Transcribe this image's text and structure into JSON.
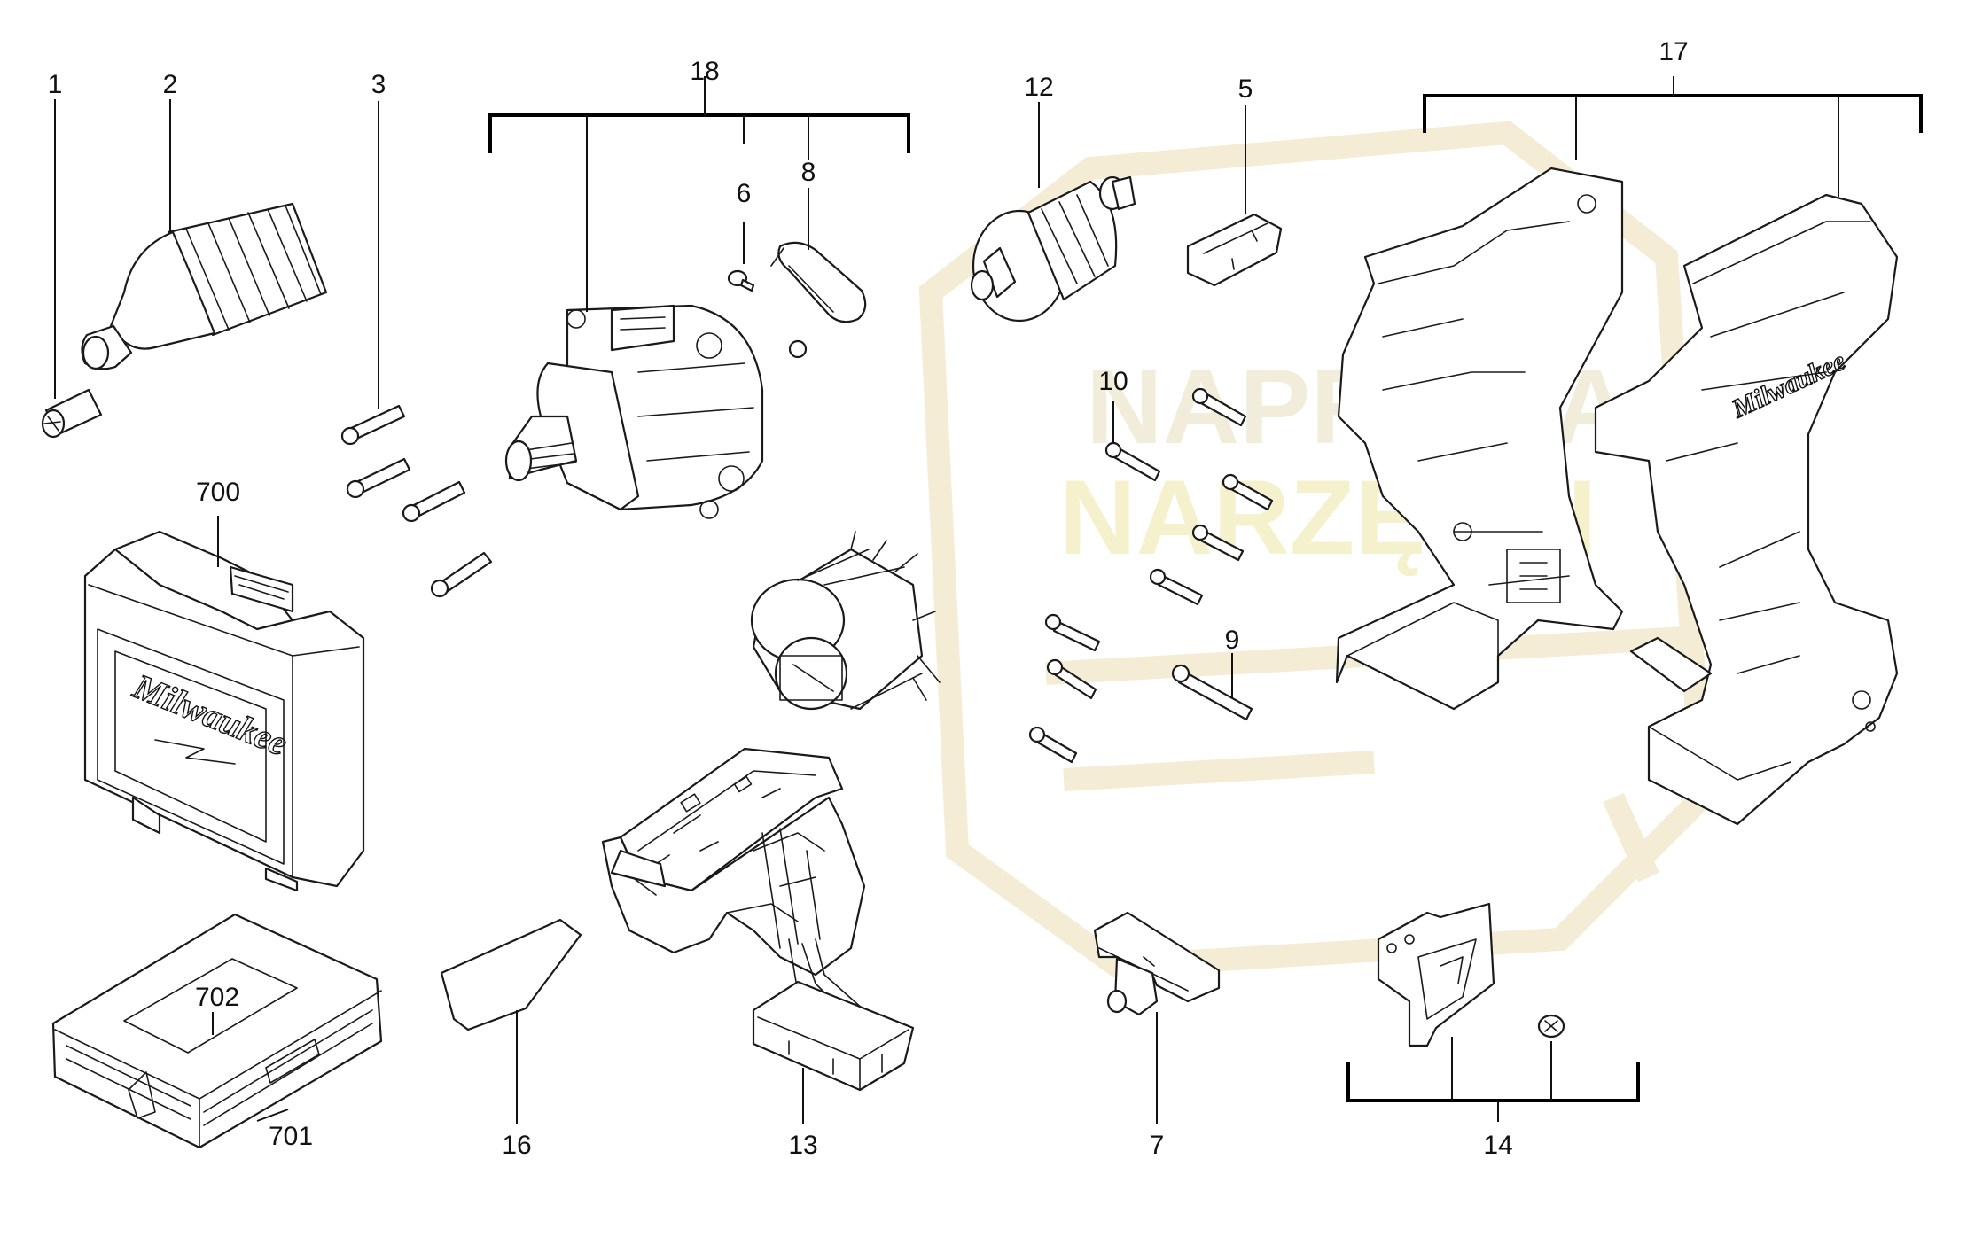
{
  "diagram": {
    "callouts": {
      "c1": "1",
      "c2": "2",
      "c3": "3",
      "c5": "5",
      "c6": "6",
      "c7": "7",
      "c8": "8",
      "c9": "9",
      "c10": "10",
      "c12": "12",
      "c13": "13",
      "c14": "14",
      "c16": "16",
      "c17": "17",
      "c18": "18",
      "c700": "700",
      "c701": "701",
      "c702": "702"
    },
    "case_brand": "Milwaukee",
    "housing_brand": "Milwaukee",
    "watermark": {
      "line1": "NAPRAWA",
      "line2": "NARZĘDZI"
    }
  }
}
